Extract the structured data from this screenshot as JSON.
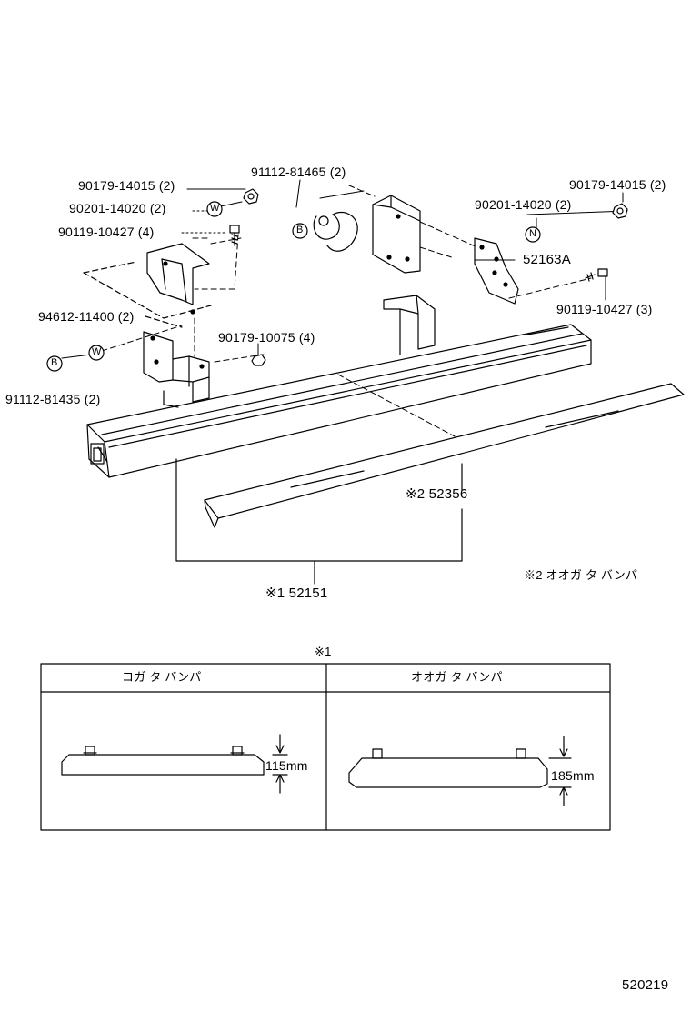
{
  "upper_callouts": {
    "p1": "90179-14015 (2)",
    "p2": "90201-14020 (2)",
    "p3": "90119-10427 (4)",
    "p4": "91112-81465 (2)",
    "p5": "90201-14020 (2)",
    "p6": "90179-14015 (2)",
    "p7": "52163A",
    "p8": "90119-10427 (3)",
    "p9": "94612-11400 (2)",
    "p10": "90179-10075 (4)",
    "p11": "91112-81435 (2)",
    "p12": "※2  52356",
    "p13": "※1  52151",
    "note2": "※2  オオガ タ  バンパ"
  },
  "markers": {
    "w": "W",
    "b": "B",
    "n": "N"
  },
  "detail": {
    "title": "※1",
    "left_header": "コガ タ  バンパ",
    "right_header": "オオガ タ  バンパ",
    "left_dim": "115mm",
    "right_dim": "185mm"
  },
  "diagram_id": "520219"
}
